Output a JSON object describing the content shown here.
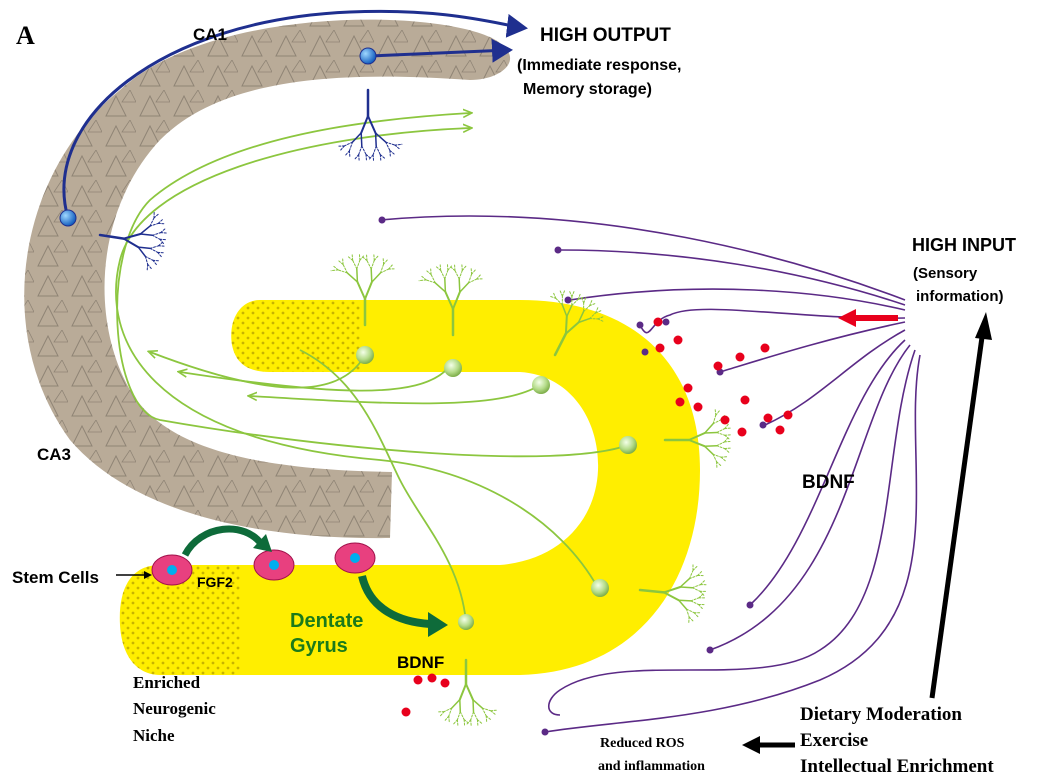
{
  "panel_label": "A",
  "regions": {
    "ca1": "CA1",
    "ca3": "CA3",
    "dentate_line1": "Dentate",
    "dentate_line2": "Gyrus"
  },
  "output": {
    "title": "HIGH OUTPUT",
    "line1": "(Immediate response,",
    "line2": "Memory storage)"
  },
  "input": {
    "title": "HIGH INPUT",
    "line1": "(Sensory",
    "line2": "information)"
  },
  "factors": {
    "bdnf_right": "BDNF",
    "bdnf_bottom": "BDNF",
    "fgf2": "FGF2",
    "stem_cells": "Stem Cells"
  },
  "niche": [
    "Enriched",
    "Neurogenic",
    "Niche"
  ],
  "interventions": [
    "Dietary Moderation",
    "Exercise",
    "Intellectual Enrichment"
  ],
  "outcome": [
    "Reduced ROS",
    "and inflammation"
  ],
  "colors": {
    "cornu": "#b9ab98",
    "dentate": "#ffee00",
    "ca_neuron": "#1f2f8f",
    "granule": "#8cc63f",
    "afferent": "#5b2a86",
    "bdnf_dot": "#e8001c",
    "stem_cell": "#e8407f",
    "nucleus": "#00aeef",
    "stem_arrow": "#0e6b3a",
    "input_arrow": "#e8001c"
  }
}
